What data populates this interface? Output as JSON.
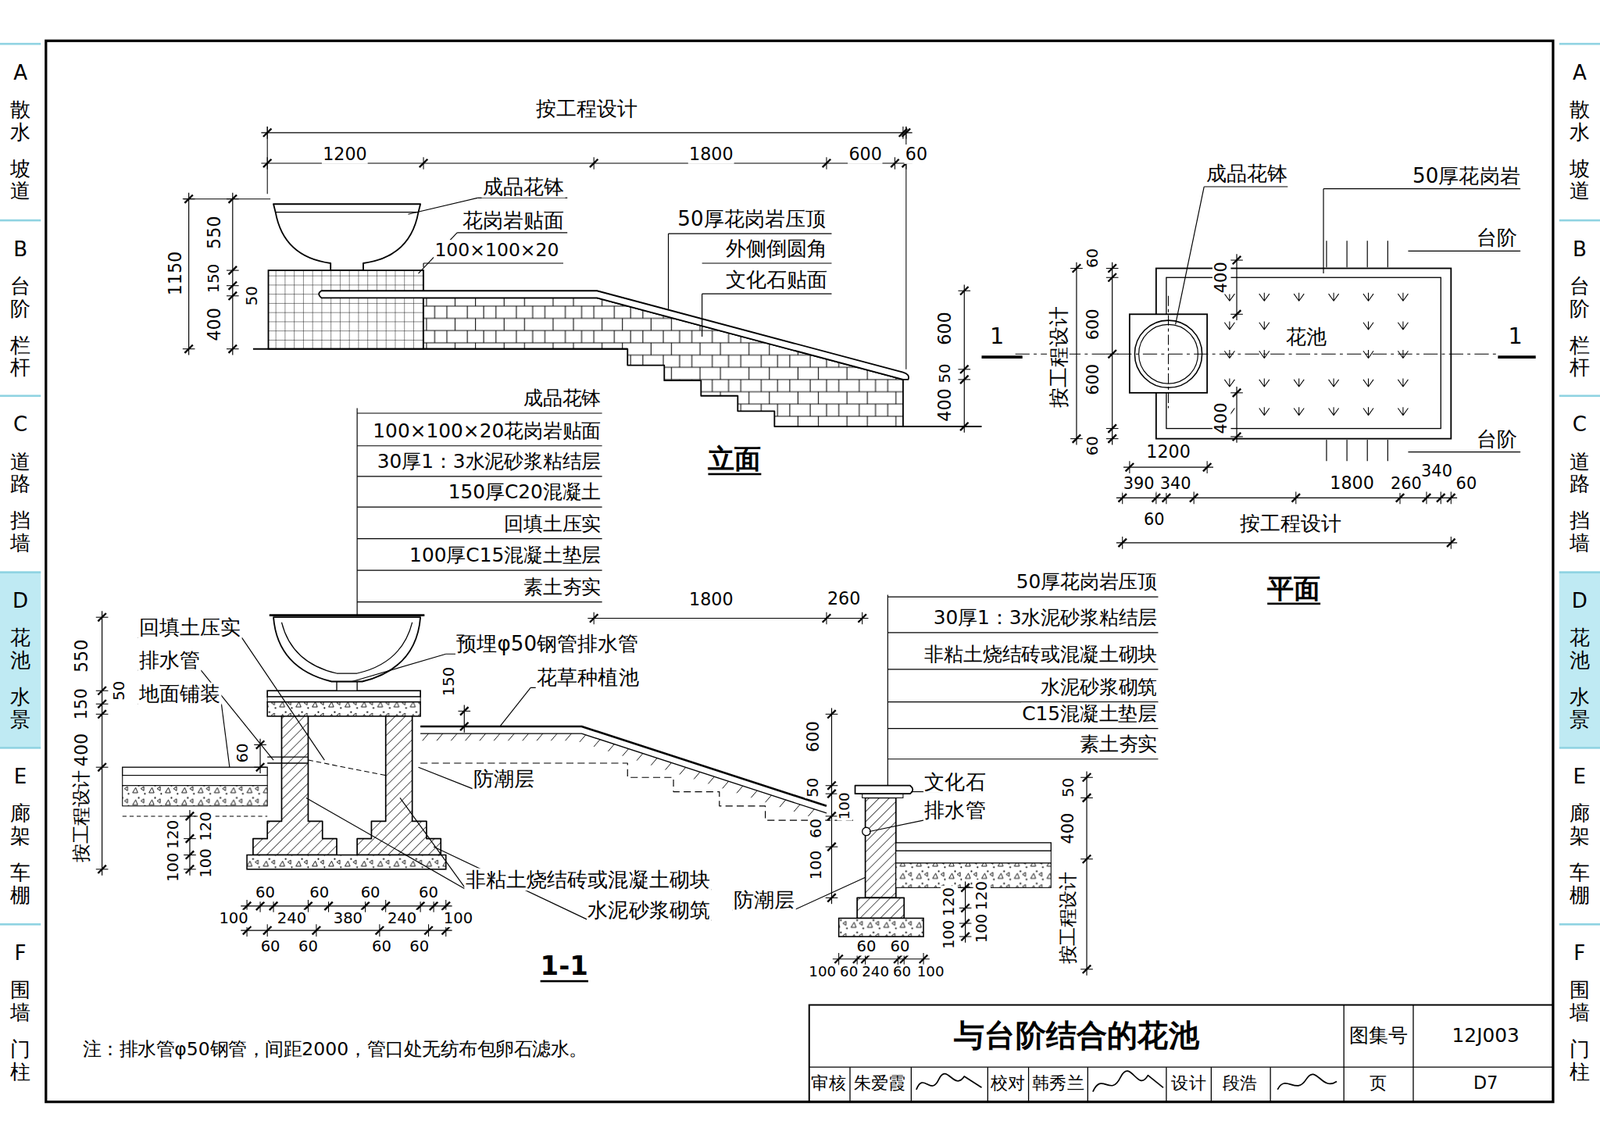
{
  "diagram": {
    "title": "与台阶结合的花池",
    "nodes": [
      {
        "text": [
          "A",
          "散水",
          "坡道"
        ]
      },
      {
        "text": [
          "B",
          "台阶",
          "栏杆"
        ]
      },
      {
        "text": [
          "C",
          "道路",
          "挡墙"
        ]
      },
      {
        "text": [
          "D",
          "花池",
          "水景"
        ]
      },
      {
        "text": [
          "E",
          "廊架",
          "车棚"
        ]
      },
      {
        "text": [
          "F",
          "围墙",
          "门柱"
        ]
      },
      {
        "text": [
          "A",
          "散水",
          "坡道"
        ]
      },
      {
        "text": [
          "B",
          "台阶",
          "栏杆"
        ]
      },
      {
        "text": [
          "C",
          "道路",
          "挡墙"
        ]
      },
      {
        "text": [
          "D",
          "花池",
          "水景"
        ]
      },
      {
        "text": [
          "E",
          "廊架",
          "车棚"
        ]
      },
      {
        "text": [
          "F",
          "围墙",
          "门柱"
        ]
      }
    ],
    "labels": [
      "按工程设计",
      "1200",
      "1800",
      "600",
      "60",
      "成品花钵",
      "花岗岩贴面",
      "100×100×20",
      "50厚花岗岩压顶",
      "外侧倒圆角",
      "文化石贴面",
      "1150",
      "550",
      "150",
      "50",
      "400",
      "600",
      "50",
      "400",
      "立面",
      "成品花钵",
      "50厚花岗岩",
      "台阶",
      "花池",
      "台阶",
      "1",
      "1",
      "按工程设计",
      "60",
      "600",
      "600",
      "60",
      "400",
      "400",
      "1200",
      "390",
      "340",
      "60",
      "1800",
      "260",
      "340",
      "60",
      "按工程设计",
      "平面",
      "成品花钵",
      "100×100×20花岗岩贴面",
      "30厚1：3水泥砂浆粘结层",
      "150厚C20混凝土",
      "回填土压实",
      "100厚C15混凝土垫层",
      "素土夯实",
      "1800",
      "260",
      "50厚花岗岩压顶",
      "30厚1：3水泥砂浆粘结层",
      "非粘土烧结砖或混凝土砌块",
      "水泥砂浆砌筑",
      "C15混凝土垫层",
      "素土夯实",
      "回填土压实",
      "排水管",
      "地面铺装",
      "预埋φ50钢管排水管",
      "花草种植池",
      "防潮层",
      "非粘土烧结砖或混凝土砌块",
      "水泥砂浆砌筑",
      "文化石",
      "排水管",
      "防潮层",
      "550",
      "150",
      "50",
      "400",
      "按工程设计",
      "60",
      "120",
      "120",
      "100",
      "100",
      "60",
      "60",
      "60",
      "60",
      "100",
      "240",
      "380",
      "240",
      "100",
      "60",
      "60",
      "60",
      "60",
      "150",
      "600",
      "50",
      "100",
      "60",
      "100",
      "60",
      "60",
      "100",
      "60",
      "240",
      "60",
      "100",
      "50",
      "400",
      "按工程设计",
      "120",
      "120",
      "100",
      "100",
      "1-1",
      "注：排水管φ50钢管，间距2000，管口处无纺布包卵石滤水。",
      "图集号",
      "12J003",
      "审核",
      "朱爱霞",
      "校对",
      "韩秀兰",
      "设计",
      "段浩",
      "页",
      "D7"
    ]
  }
}
